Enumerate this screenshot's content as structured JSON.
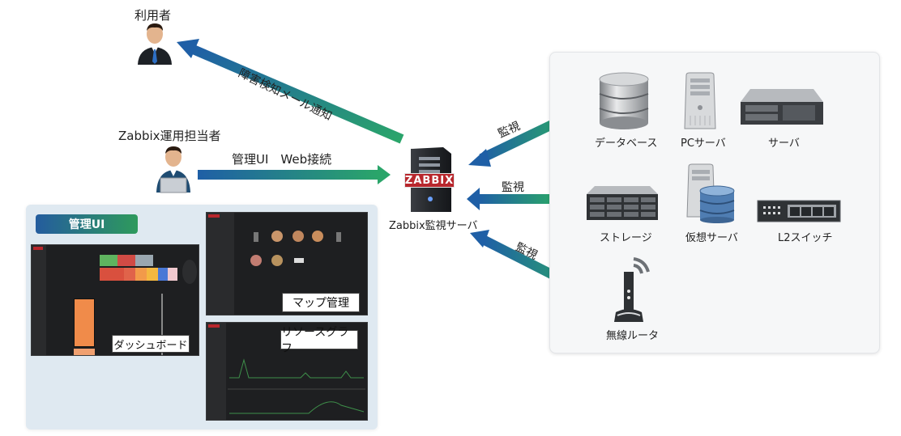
{
  "actors": {
    "end_user": {
      "label": "利用者",
      "icon": "businessman-icon"
    },
    "operator": {
      "label": "Zabbix運用担当者",
      "icon": "operator-laptop-icon"
    }
  },
  "server": {
    "label": "Zabbix監視サーバ",
    "badge": "ZABBIX",
    "icon": "tower-server-icon"
  },
  "arrows": {
    "alert_mail": "障害検知メール通知",
    "web_access": "管理UI　Web接続",
    "monitor_1": "監視",
    "monitor_2": "監視",
    "monitor_3": "監視"
  },
  "devices": [
    {
      "label": "データベース",
      "icon": "database-icon"
    },
    {
      "label": "PCサーバ",
      "icon": "pc-server-icon"
    },
    {
      "label": "サーバ",
      "icon": "rack-server-icon"
    },
    {
      "label": "ストレージ",
      "icon": "storage-icon"
    },
    {
      "label": "仮想サーバ",
      "icon": "virtual-server-icon"
    },
    {
      "label": "L2スイッチ",
      "icon": "l2-switch-icon"
    },
    {
      "label": "無線ルータ",
      "icon": "wireless-router-icon"
    }
  ],
  "management_ui": {
    "title": "管理UI",
    "screens": [
      {
        "caption": "ダッシュボード"
      },
      {
        "caption": "マップ管理"
      },
      {
        "caption": "リソースグラフ"
      }
    ]
  },
  "colors": {
    "arrow_blue": "#1f5fa6",
    "arrow_green": "#2aa56a",
    "zabbix_red": "#c0262d"
  }
}
